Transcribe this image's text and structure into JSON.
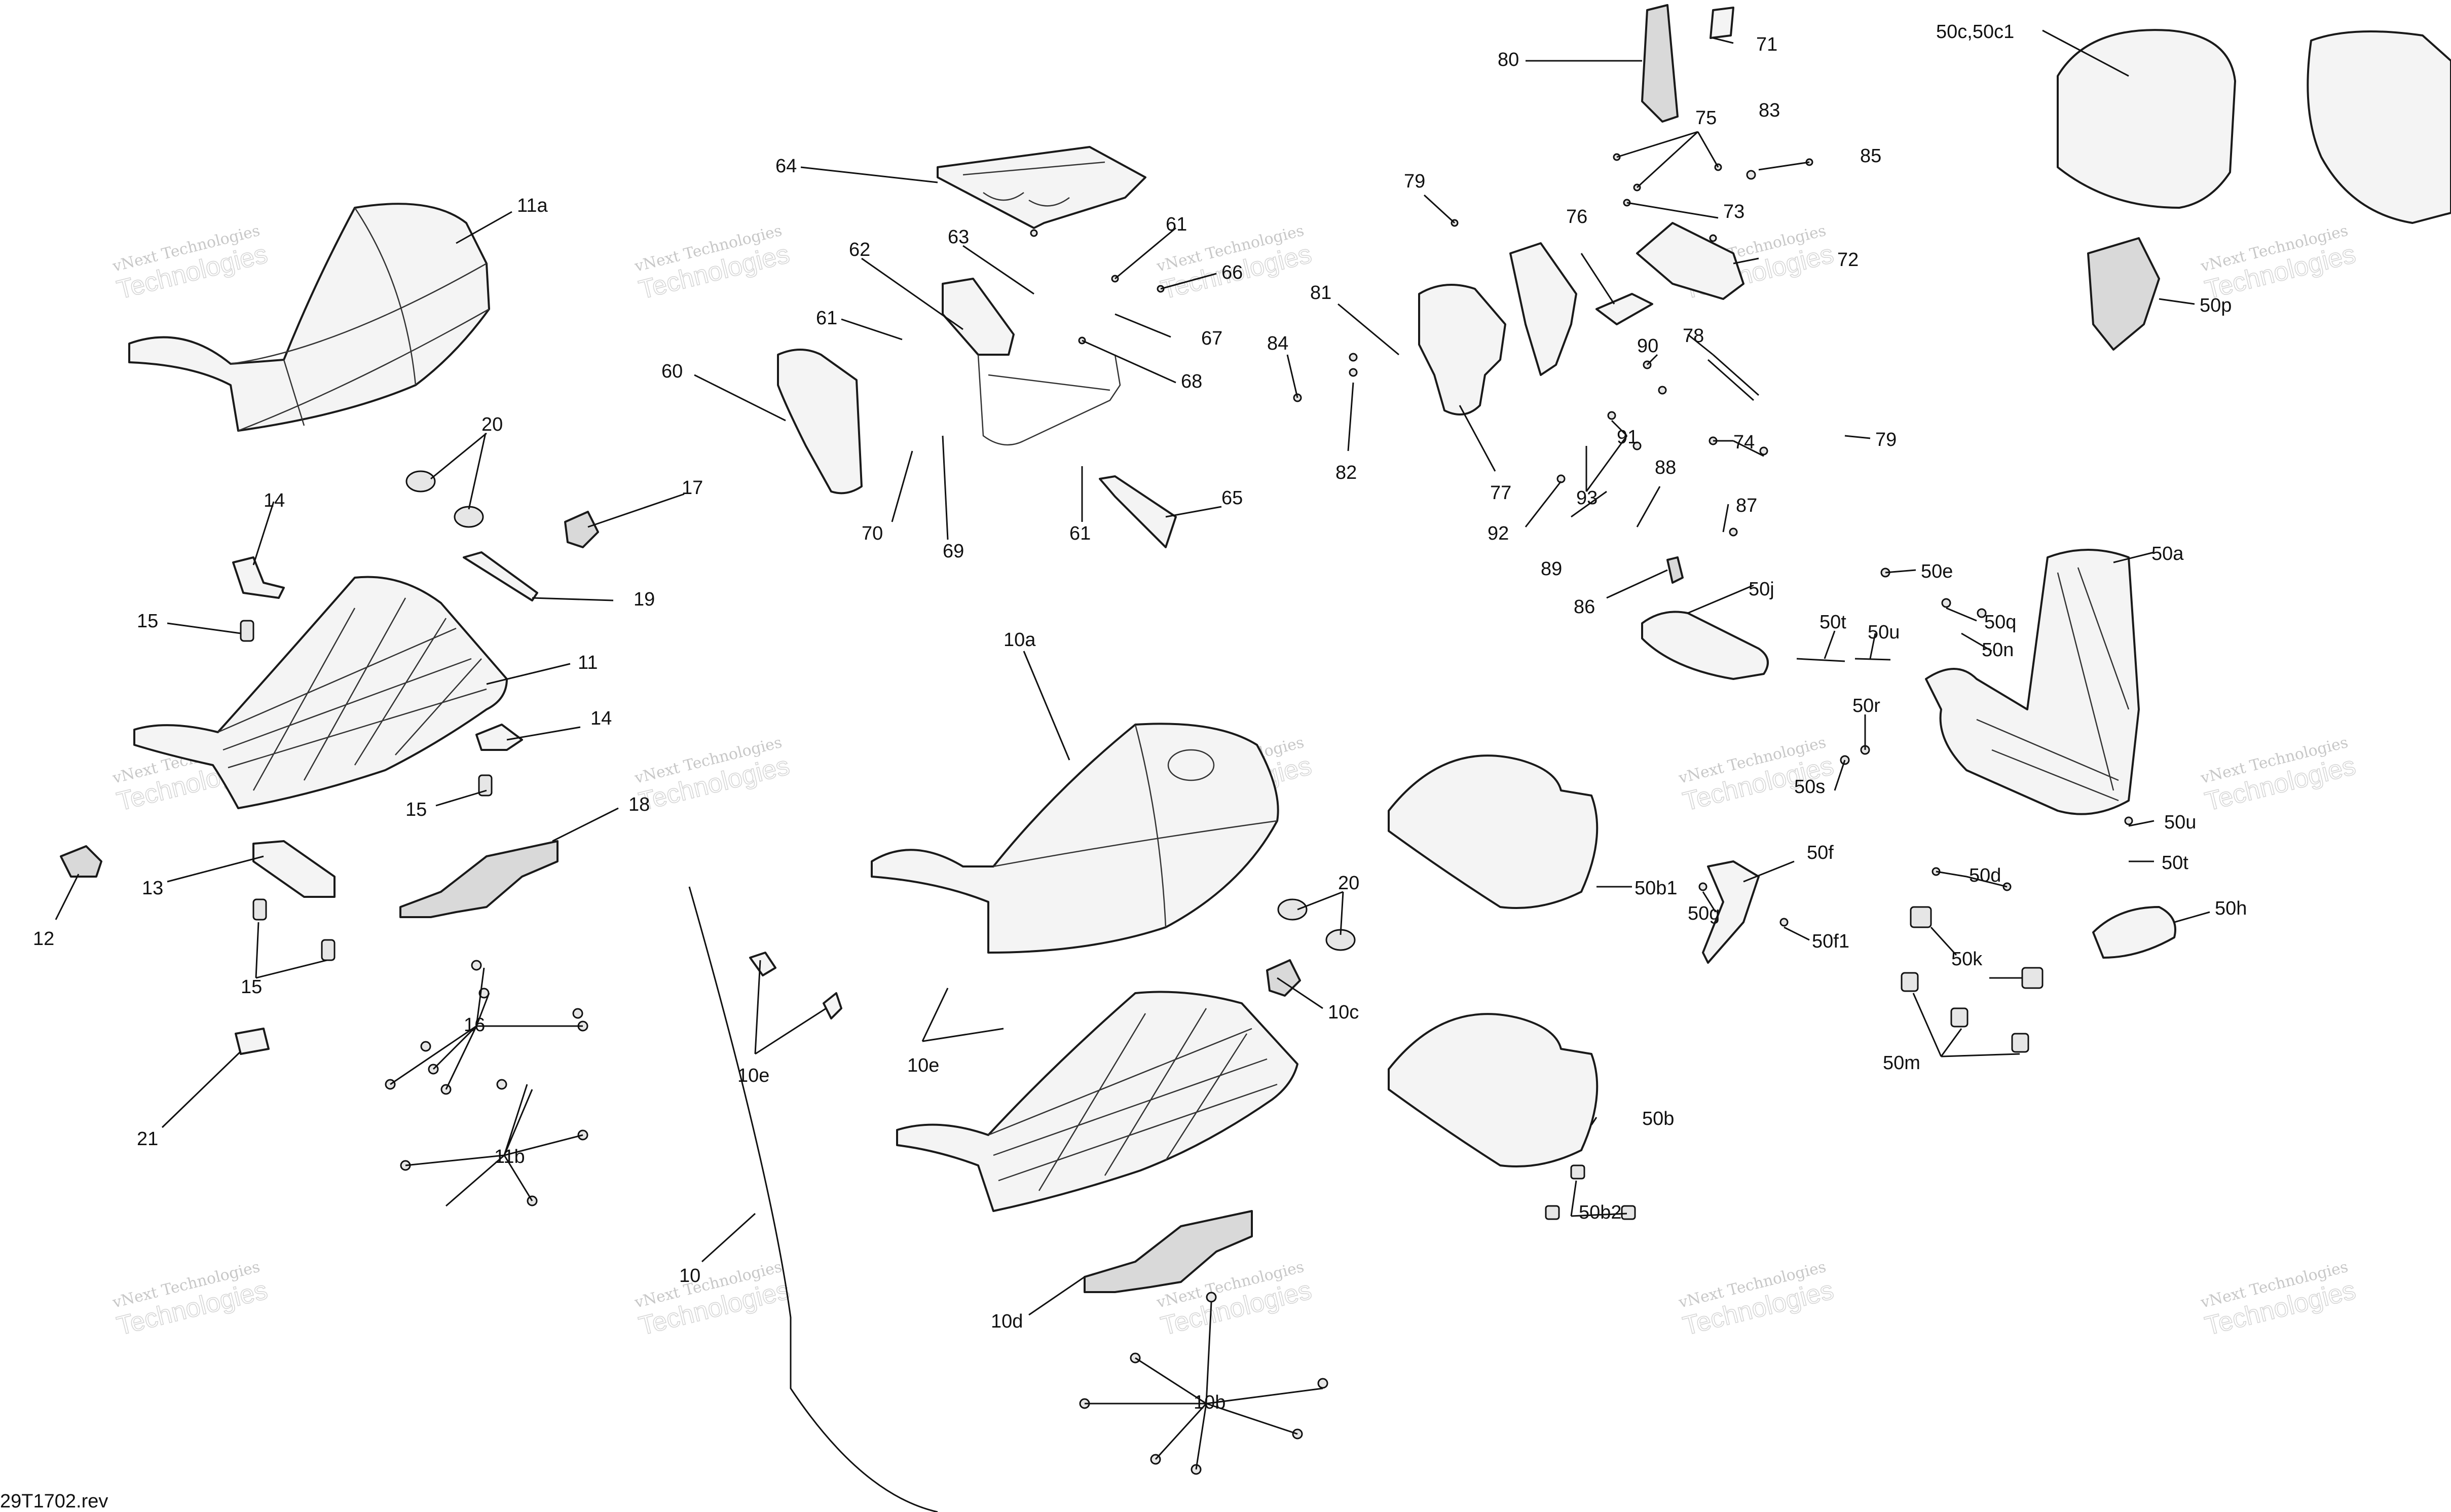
{
  "document_id": "29T1702.rev",
  "watermark": {
    "line1": "vNext Technologies",
    "line2": "Technologies"
  },
  "callouts": [
    "11a",
    "20",
    "14",
    "17",
    "19",
    "15",
    "11",
    "14",
    "15",
    "18",
    "13",
    "12",
    "15",
    "16",
    "21",
    "11b",
    "64",
    "62",
    "63",
    "61",
    "61",
    "66",
    "67",
    "68",
    "60",
    "70",
    "69",
    "61",
    "65",
    "10a",
    "20",
    "10c",
    "10e",
    "10e",
    "10",
    "10d",
    "10b",
    "80",
    "71",
    "75",
    "83",
    "85",
    "73",
    "79",
    "76",
    "72",
    "81",
    "84",
    "82",
    "90",
    "78",
    "91",
    "74",
    "79",
    "77",
    "93",
    "92",
    "88",
    "87",
    "89",
    "86",
    "50j",
    "50t",
    "50u",
    "50e",
    "50q",
    "50n",
    "50a",
    "50r",
    "50s",
    "50b1",
    "50f",
    "50g",
    "50f1",
    "50d",
    "50k",
    "50m",
    "50b",
    "50b2",
    "50u",
    "50t",
    "50h",
    "50c,50c1",
    "50p"
  ],
  "colors": {
    "line": "#1a1a1a",
    "part_fill": "#f4f4f4",
    "watermark": "#9a9a9a"
  }
}
